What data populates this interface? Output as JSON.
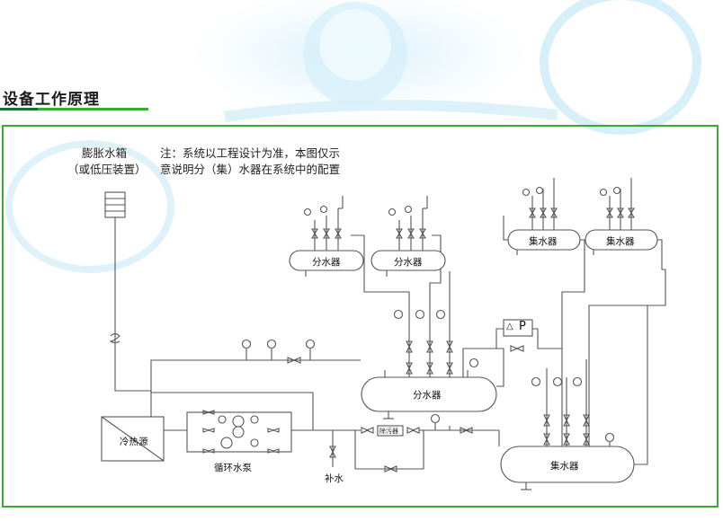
{
  "section_title": "设备工作原理",
  "colors": {
    "accent_green": "#3aa935",
    "accent_dark": "#1d6b34",
    "line": "#555555"
  },
  "labels": {
    "expansion_tank_line1": "膨胀水箱",
    "expansion_tank_line2": "（或低压装置）",
    "note_line1": "注：系统以工程设计为准，本图仅示",
    "note_line2": "意说明分（集）水器在系统中的配置",
    "distributor_small_left": "分水器",
    "distributor_small_right": "分水器",
    "collector_small_left": "集水器",
    "collector_small_right": "集水器",
    "distributor_main": "分水器",
    "collector_main": "集水器",
    "cold_heat_source": "冷热源",
    "circulation_pump": "循环水泵",
    "makeup_water": "补水",
    "dirt_separator": "除污器",
    "pressure_p": "P",
    "delta": "△"
  }
}
